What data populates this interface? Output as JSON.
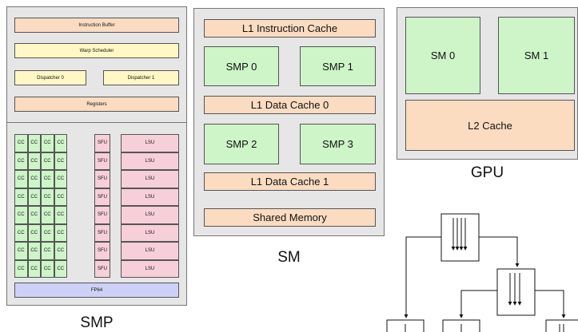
{
  "smp": {
    "caption": "SMP",
    "instruction_buffer": "Instruction Buffer",
    "warp_scheduler": "Warp Scheduler",
    "dispatcher_0": "Dispatcher 0",
    "dispatcher_1": "Dispatcher 1",
    "registers": "Registers",
    "cc_label": "CC",
    "sfu_label": "SFU",
    "lsu_label": "LSU",
    "fp64": "FP64",
    "rows": 8,
    "cc_per_row": 4
  },
  "sm": {
    "caption": "SM",
    "l1_instruction_cache": "L1 Instruction Cache",
    "smp0": "SMP 0",
    "smp1": "SMP 1",
    "l1_data_cache_0": "L1 Data Cache 0",
    "smp2": "SMP 2",
    "smp3": "SMP 3",
    "l1_data_cache_1": "L1 Data Cache 1",
    "shared_memory": "Shared Memory"
  },
  "gpu": {
    "caption": "GPU",
    "sm0": "SM 0",
    "sm1": "SM 1",
    "l2_cache": "L2 Cache"
  },
  "colors": {
    "peach": "#fbdcc1",
    "yellow": "#fff8c4",
    "green": "#cdf5c8",
    "pink": "#f6cfd9",
    "blue": "#cfd0f7",
    "panel": "#e6e6e6"
  }
}
